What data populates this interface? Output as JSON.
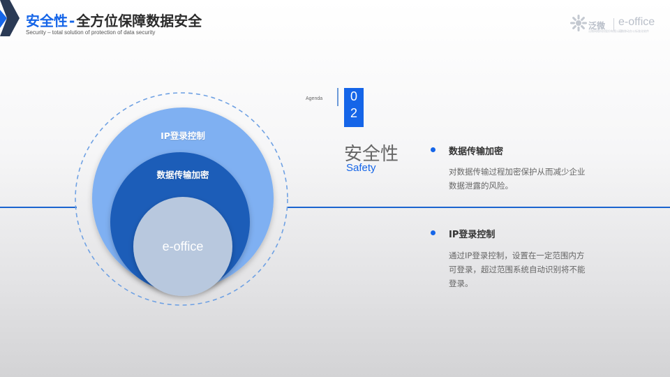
{
  "header": {
    "title_accent": "安全性",
    "title_dash": "-",
    "title_rest": "全方位保障数据安全",
    "subtitle": "Security – total solution of protection of data security"
  },
  "logo": {
    "cn_name": "泛微",
    "cn_sub": "泛微网络科技股份有限公司",
    "en_name": "e-office",
    "en_sub": "泛微移动办公标准化软件"
  },
  "agenda": {
    "label": "Agenda",
    "digit_1": "0",
    "digit_2": "2"
  },
  "section": {
    "title": "安全性",
    "title_en": "Safety"
  },
  "diagram": {
    "outer_label": "IP登录控制",
    "middle_label": "数据传输加密",
    "core_label": "e-office"
  },
  "items": [
    {
      "title": "数据传输加密",
      "desc": "对数据传输过程加密保护从而减少企业数据泄露的风险。"
    },
    {
      "title": "IP登录控制",
      "desc": "通过IP登录控制，设置在一定范围内方可登录，超过范围系统自动识别将不能登录。"
    }
  ],
  "colors": {
    "accent": "#1565e8",
    "outer_ring": "#7fb0f2",
    "middle_ring": "#1f5db8",
    "core": "#b8c8de",
    "dashed_ring": "#6fa1e3"
  }
}
